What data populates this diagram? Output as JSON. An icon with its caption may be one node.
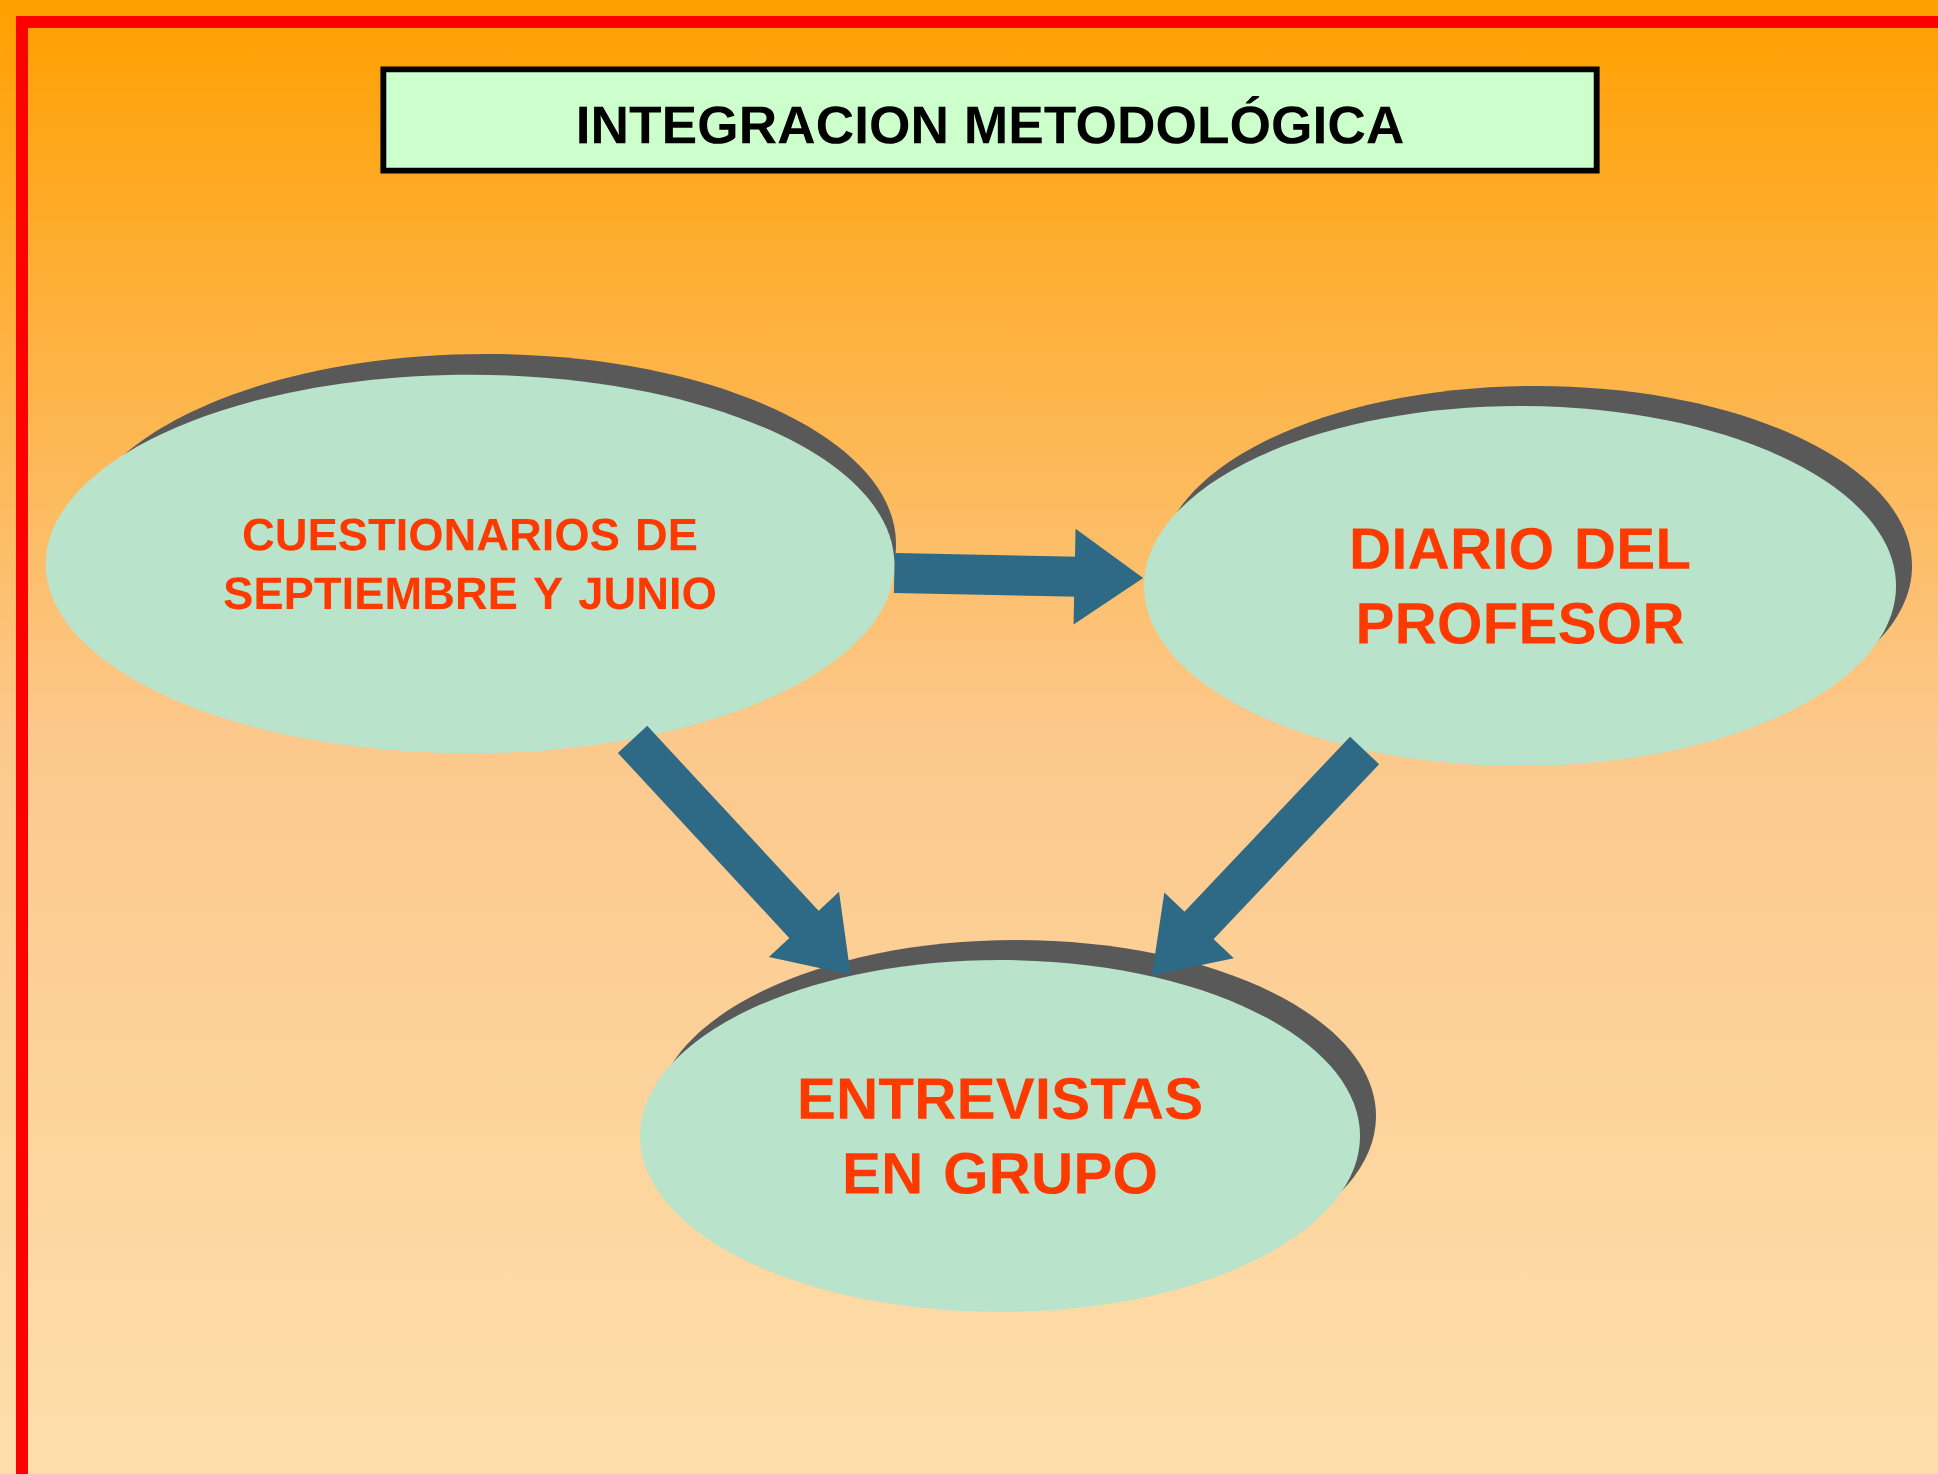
{
  "diagram": {
    "title": "INTEGRACION METODOLÓGICA",
    "nodes": [
      {
        "text": [
          "CUESTIONARIOS DE SEPTIEMBRE Y JUNIO"
        ]
      },
      {
        "text": [
          "DIARIO DEL PROFESOR"
        ]
      },
      {
        "text": [
          "ENTREVISTAS EN GRUPO"
        ]
      }
    ],
    "edges": [
      {
        "from": 0,
        "to": 1,
        "arrow": "to"
      },
      {
        "from": 0,
        "to": 2,
        "arrow": "to"
      },
      {
        "from": 1,
        "to": 2,
        "arrow": "to"
      }
    ]
  }
}
